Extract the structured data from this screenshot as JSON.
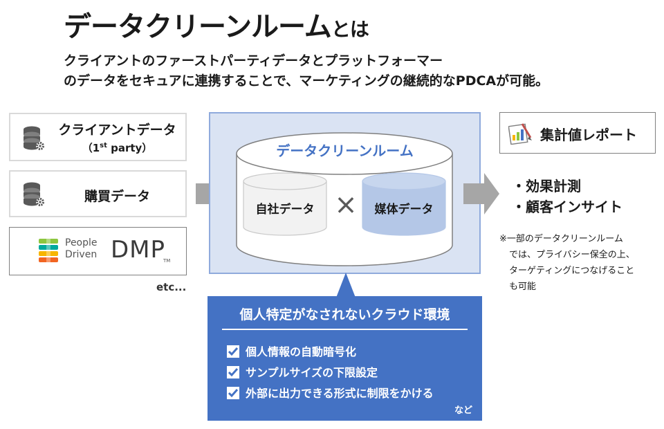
{
  "header": {
    "title": "データクリーンルーム",
    "title_suffix": "とは",
    "desc_line1": "クライアントのファーストパーティデータとプラットフォーマー",
    "desc_line2": "のデータをセキュアに連携することで、マーケティングの継続的なPDCAが可能。"
  },
  "sources": {
    "client_data": {
      "label": "クライアントデータ",
      "sub_open": "（1",
      "sub_sup": "st",
      "sub_close": " party）",
      "icon": "database-gear-icon"
    },
    "purchase_data": {
      "label": "購買データ",
      "icon": "database-gear-icon"
    },
    "dmp": {
      "line1": "People",
      "line2": "Driven",
      "mark": "DMP",
      "tm": "TM",
      "icon": "stacked-layers-logo"
    },
    "etc": "etc..."
  },
  "center": {
    "cylinder_label": "データクリーンルーム",
    "own_data": "自社データ",
    "times": "×",
    "media_data": "媒体データ"
  },
  "output": {
    "report_label": "集計値レポート",
    "report_icon": "report-chart-icon",
    "bullets": [
      "・効果計測",
      "・顧客インサイト"
    ],
    "note_lines": [
      "※一部のデータクリーンルーム",
      "では、プライバシー保全の上、",
      "ターゲティングにつなげること",
      "も可能"
    ]
  },
  "environment": {
    "heading": "個人特定がなされないクラウド環境",
    "items": [
      "個人情報の自動暗号化",
      "サンプルサイズの下限設定",
      "外部に出力できる形式に制限をかける"
    ],
    "suffix": "など"
  },
  "colors": {
    "panel_fill": "#dae3f3",
    "panel_border": "#8faadc",
    "accent_blue": "#4472c4",
    "heading_blue": "#4472c4",
    "arrow_gray": "#a6a6a6",
    "media_cylinder": "#b4c7e7"
  }
}
